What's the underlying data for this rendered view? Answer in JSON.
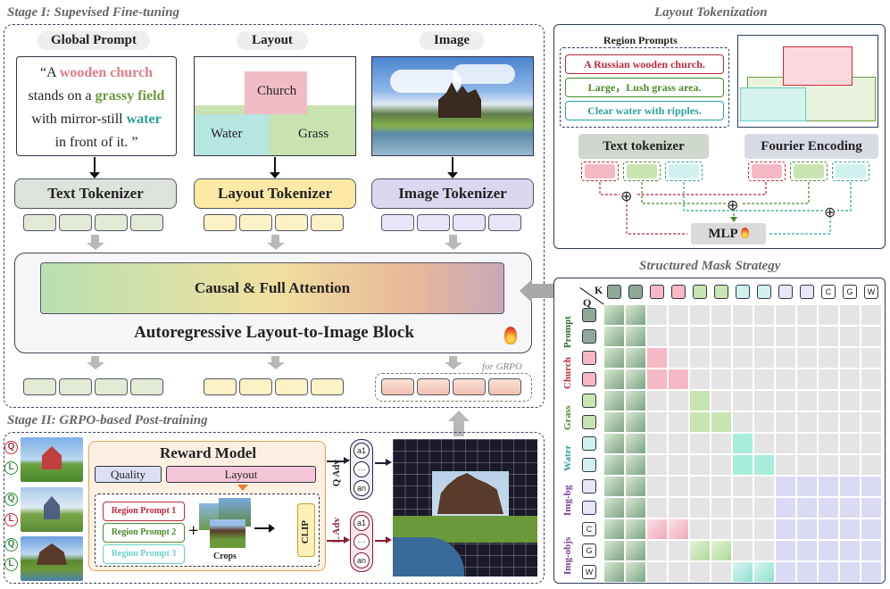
{
  "stage1": {
    "title": "Stage I: Supevised Fine-tuning",
    "col_prompt": "Global Prompt",
    "col_layout": "Layout",
    "col_image": "Image",
    "prompt_text_a": "“A ",
    "prompt_church": "wooden church",
    "prompt_text_b": "stands on a ",
    "prompt_grass": "grassy field",
    "prompt_text_c": "with mirror-still ",
    "prompt_water": "water",
    "prompt_text_d": "in front of it. ”",
    "layout_church": "Church",
    "layout_water": "Water",
    "layout_grass": "Grass",
    "text_tokenizer": "Text Tokenizer",
    "layout_tokenizer": "Layout Tokenizer",
    "image_tokenizer": "Image Tokenizer",
    "attention": "Causal & Full Attention",
    "block": "Autoregressive Layout-to-Image Block",
    "for_grpo": "for GRPO"
  },
  "stage2": {
    "title": "Stage II: GRPO-based Post-training",
    "reward_model": "Reward Model",
    "quality": "Quality",
    "quality_q": "Q",
    "layout": "Layout",
    "rp1": "Region Prompt 1",
    "rp2": "Region Prompt 2",
    "rp3": "Region Prompt 3",
    "crops": "Crops",
    "clip": "CLIP",
    "q_adv": "Q Adv",
    "l_adv": "L Adv",
    "a1": "a1",
    "dots": "···",
    "an": "an",
    "q_letter": "Q",
    "l_letter": "L"
  },
  "layout_tok": {
    "title": "Layout Tokenization",
    "region_prompts": "Region Prompts",
    "r1": "A Russian wooden church.",
    "r2": "Large，Lush grass area.",
    "r3": "Clear water with ripples.",
    "text_tokenizer": "Text tokenizer",
    "fourier": "Fourier Encoding",
    "mlp": "MLP",
    "plus": "⊕"
  },
  "mask": {
    "title": "Structured Mask Strategy",
    "q": "Q",
    "k": "K",
    "labels": [
      "Prompt",
      "Church",
      "Grass",
      "Water",
      "Img-bg",
      "Img-objs"
    ],
    "chip_c": "C",
    "chip_g": "G",
    "chip_w": "W"
  },
  "colors": {
    "church": "#e07b8a",
    "grass": "#6a9a3a",
    "water": "#2aa39a",
    "navy": "#2c3a5c",
    "red": "#c0283a",
    "purple": "#7a3a9a"
  }
}
